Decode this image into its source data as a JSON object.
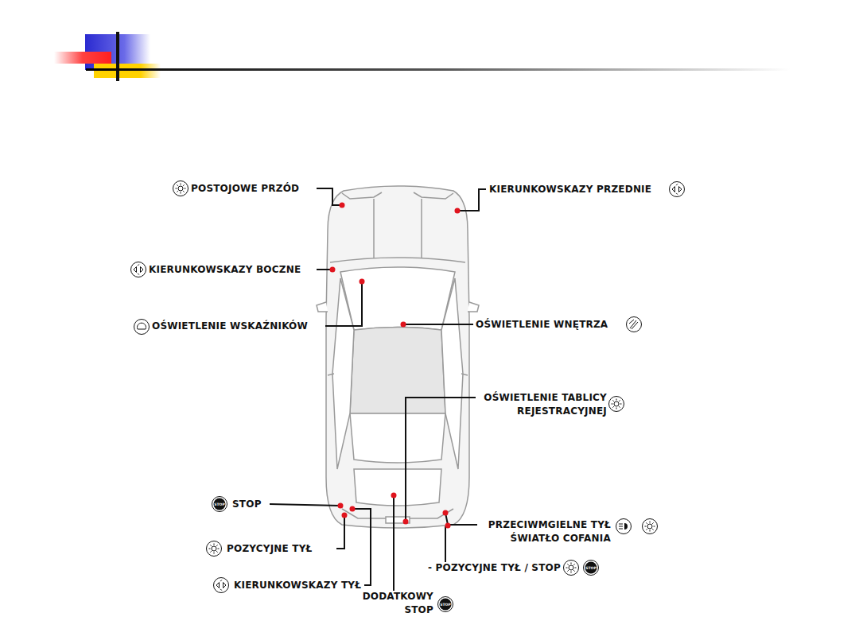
{
  "diagram": {
    "labels": [
      "POSTOJOWE PRZÓD",
      "KIERUNKOWSKAZY PRZEDNIE",
      "KIERUNKOWSKAZY BOCZNE",
      "OŚWIETLENIE WSKAŹNIKÓW",
      "OŚWIETLENIE WNĘTRZA",
      "OŚWIETLENIE TABLICY REJESTRACYJNEJ",
      "STOP",
      "PRZECIWMGIELNE TYŁ",
      "ŚWIATŁO COFANIA",
      "POZYCYJNE TYŁ",
      "- POZYCYJNE TYŁ / STOP",
      "KIERUNKOWSKAZY TYŁ",
      "DODATKOWY STOP",
      "STOP",
      "STOP",
      "STOP"
    ]
  }
}
